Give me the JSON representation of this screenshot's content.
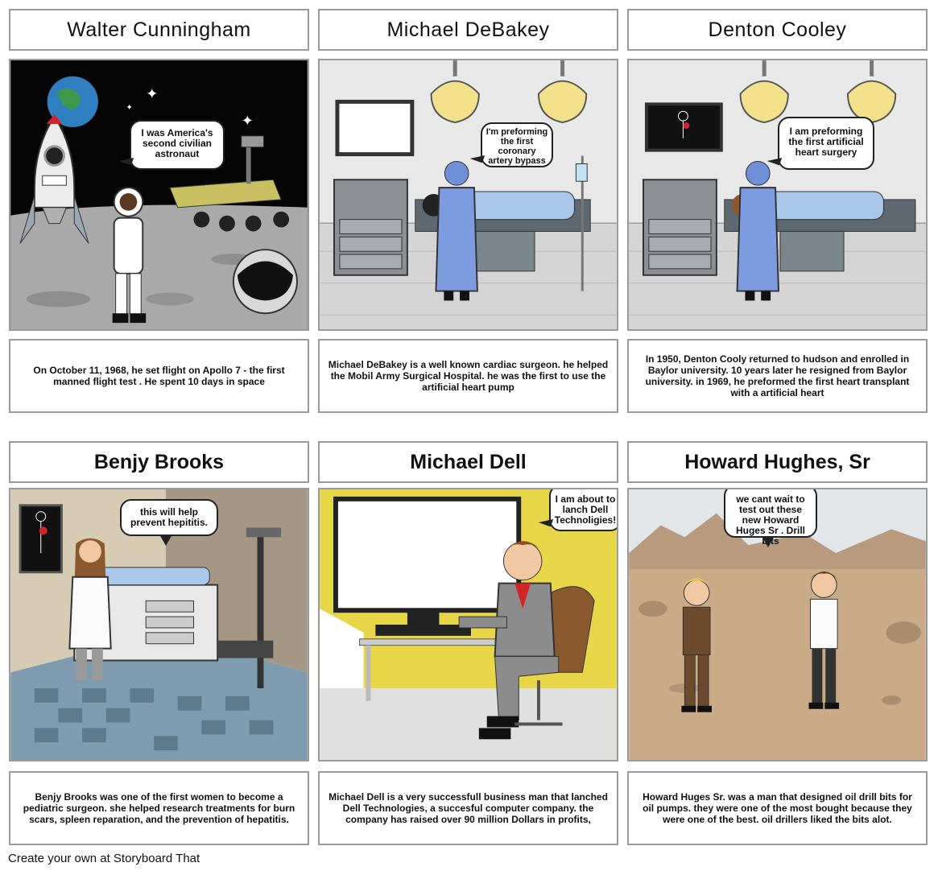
{
  "panels": [
    {
      "title": "Walter Cunningham",
      "bubble": "I was America's second civilian astronaut",
      "caption": "On October 11, 1968, he set flight on Apollo 7 - the first manned flight test . He spent 10 days in space"
    },
    {
      "title": "Michael DeBakey",
      "bubble": "I'm preforming the first coronary artery bypass",
      "caption": "Michael DeBakey is a well known  cardiac surgeon. he helped the Mobil Army Surgical Hospital. he was the first to use the artificial heart pump"
    },
    {
      "title": "Denton Cooley",
      "bubble": "I am preforming the first artificial heart surgery",
      "caption": "In 1950, Denton Cooly returned to hudson and enrolled in Baylor university. 10 years later he resigned from Baylor university. in 1969, he preformed the first heart transplant with a artificial heart"
    },
    {
      "title": "Benjy Brooks",
      "bubble": "this will help prevent hepititis.",
      "caption": "Benjy Brooks was one of the first women to become a pediatric surgeon. she helped research treatments for burn scars, spleen reparation, and the prevention of hepatitis."
    },
    {
      "title": "Michael Dell",
      "bubble": "I am about to lanch Dell Technoligies!",
      "caption": "Michael Dell is  a very successfull business man that lanched Dell Technologies, a succesful computer company. the company has raised over 90 million Dollars in profits,"
    },
    {
      "title": "Howard Hughes, Sr",
      "bubble": "we cant wait to test out these new Howard Huges Sr . Drill bits",
      "caption": "Howard Huges Sr. was a man that designed oil drill bits for oil pumps. they were one of the most bought because they were one of the best. oil drillers liked the bits alot."
    }
  ],
  "footer": "Create your own at Storyboard That"
}
